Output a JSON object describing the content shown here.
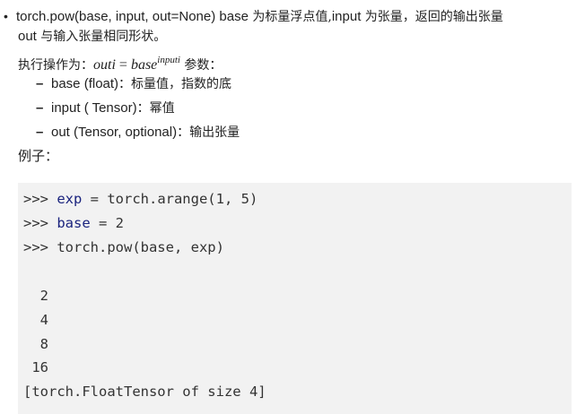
{
  "description": {
    "signature": "torch.pow(base, input, out=None) base",
    "desc_cn_1": " 为标量浮点值,",
    "desc_input": "input",
    "desc_cn_2": " 为张量，返回的输出张量",
    "line2_out": "out",
    "line2_cn": " 与输入张量相同形状。"
  },
  "operation": {
    "label": "执行操作为：",
    "lhs": "out",
    "lhs_i": "i",
    "eq": " = ",
    "rhs": "base",
    "sup": "input",
    "sup_i": "i",
    "suffix": " 参数："
  },
  "params": [
    {
      "dash": "–",
      "name": "base (float)",
      "desc": "：标量值，指数的底"
    },
    {
      "dash": "–",
      "name": "input ( Tensor)",
      "desc": "：幂值"
    },
    {
      "dash": "–",
      "name": "out (Tensor, optional)",
      "desc": "：输出张量"
    }
  ],
  "example_label": "例子：",
  "code": {
    "line1_prompt": ">>> ",
    "line1_var": "exp",
    "line1_rest": " = torch.arange(1, 5)",
    "line2_prompt": ">>> ",
    "line2_var": "base",
    "line2_rest": " = 2",
    "line3_prompt": ">>> ",
    "line3_rest": "torch.pow(base, exp)",
    "output": [
      "  2",
      "  4",
      "  8",
      " 16",
      "[torch.FloatTensor of size 4]"
    ]
  }
}
